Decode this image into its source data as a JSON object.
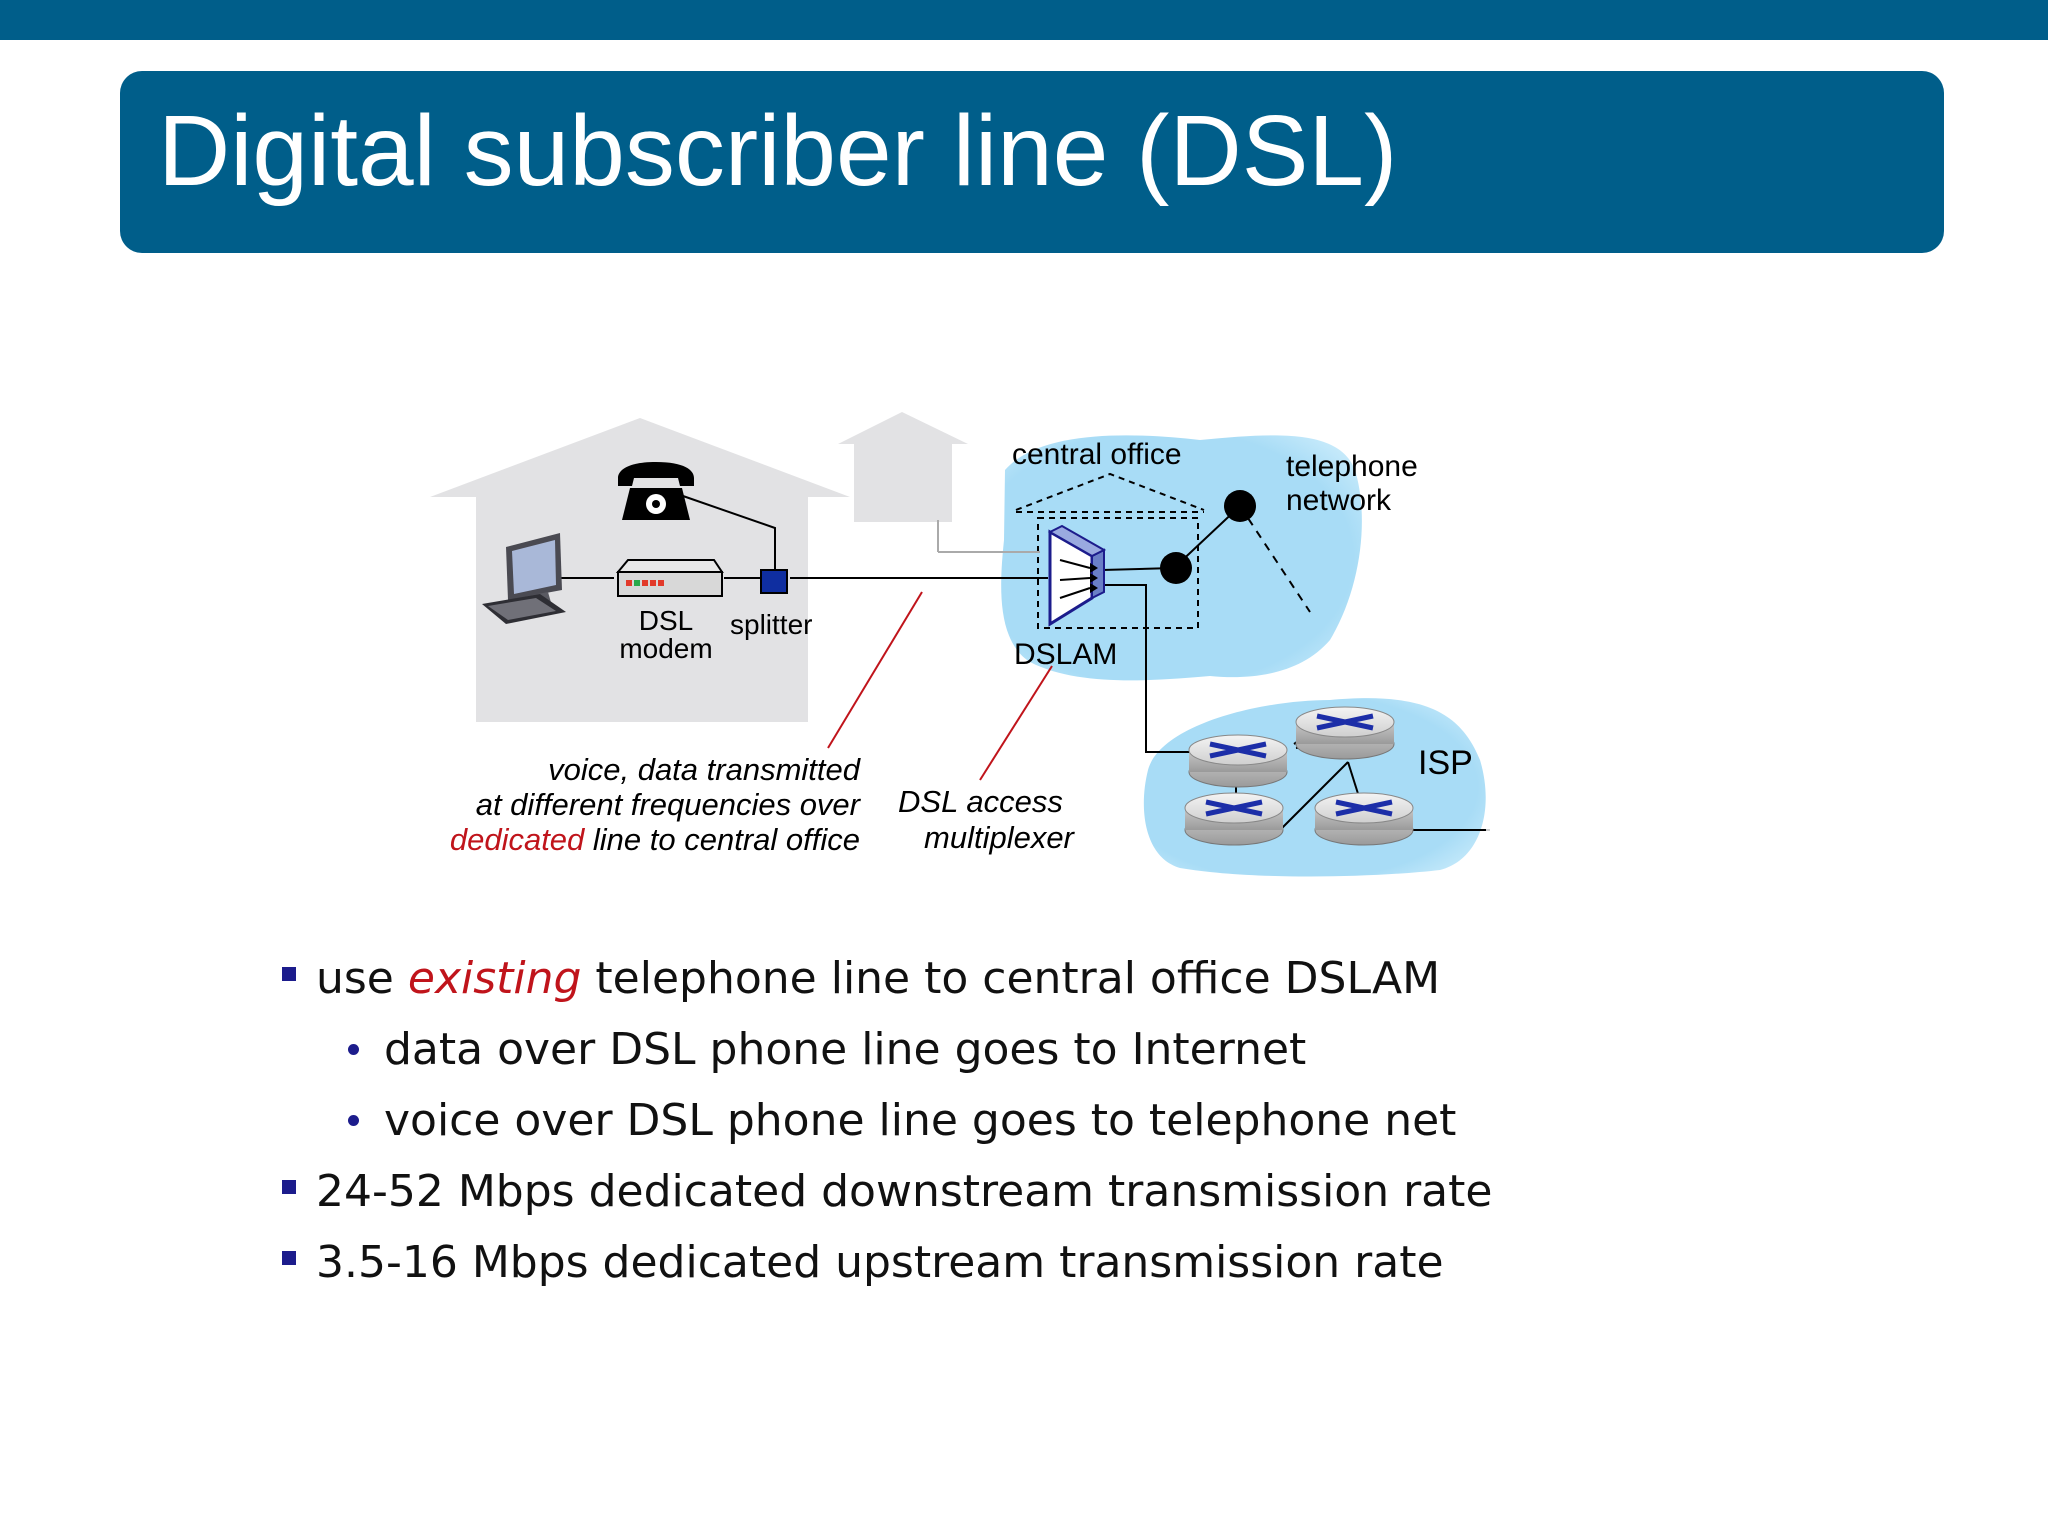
{
  "slide": {
    "title": "Digital subscriber line (DSL)"
  },
  "diagram": {
    "labels": {
      "central_office": "central office",
      "telephone_network_line1": "telephone",
      "telephone_network_line2": "network",
      "dsl_modem_line1": "DSL",
      "dsl_modem_line2": "modem",
      "splitter": "splitter",
      "dslam": "DSLAM",
      "isp": "ISP",
      "dslam_desc_line1": "DSL access",
      "dslam_desc_line2": "multiplexer",
      "line_desc_line1": "voice, data transmitted",
      "line_desc_line2": "at different frequencies over",
      "line_desc_line3_emph": "dedicated",
      "line_desc_line3_rest": " line to central office"
    }
  },
  "bullets": [
    {
      "pre": "use ",
      "emph": "existing",
      "post": " telephone line to central office DSLAM"
    },
    {
      "text": "data over DSL phone line goes to Internet"
    },
    {
      "text": "voice over DSL phone line goes to telephone net"
    },
    {
      "text": "24-52 Mbps dedicated downstream transmission rate"
    },
    {
      "text": "3.5-16 Mbps dedicated upstream transmission rate"
    }
  ],
  "colors": {
    "header_blue": "#005e8a",
    "bullet_blue": "#1c1c8c",
    "emphasis_red": "#c0141b",
    "cloud_blue": "#a8dcf6",
    "house_gray": "#e2e2e4"
  }
}
